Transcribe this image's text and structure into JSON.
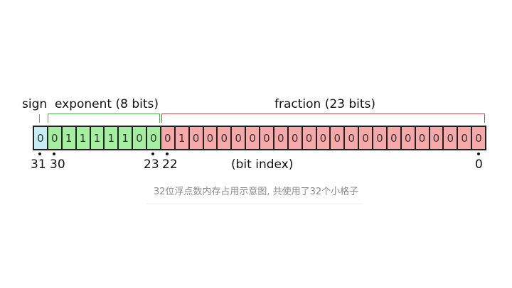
{
  "labels": {
    "sign": "sign",
    "exponent": "exponent (8 bits)",
    "fraction": "fraction (23 bits)",
    "bit_index": "(bit index)"
  },
  "bits": {
    "sign": [
      "0"
    ],
    "exponent": [
      "0",
      "1",
      "1",
      "1",
      "1",
      "1",
      "0",
      "0"
    ],
    "fraction": [
      "0",
      "1",
      "0",
      "0",
      "0",
      "0",
      "0",
      "0",
      "0",
      "0",
      "0",
      "0",
      "0",
      "0",
      "0",
      "0",
      "0",
      "0",
      "0",
      "0",
      "0",
      "0",
      "0"
    ]
  },
  "indices": {
    "i31": "31",
    "i30": "30",
    "i23": "23",
    "i22": "22",
    "i0": "0"
  },
  "colors": {
    "sign": "#c6ecf6",
    "exponent": "#a3ef9f",
    "fraction": "#f7a9a9",
    "exponent_bracket": "#4caf50",
    "fraction_bracket": "#b05050"
  },
  "caption": "32位浮点数内存占用示意图, 共使用了32个小格子"
}
